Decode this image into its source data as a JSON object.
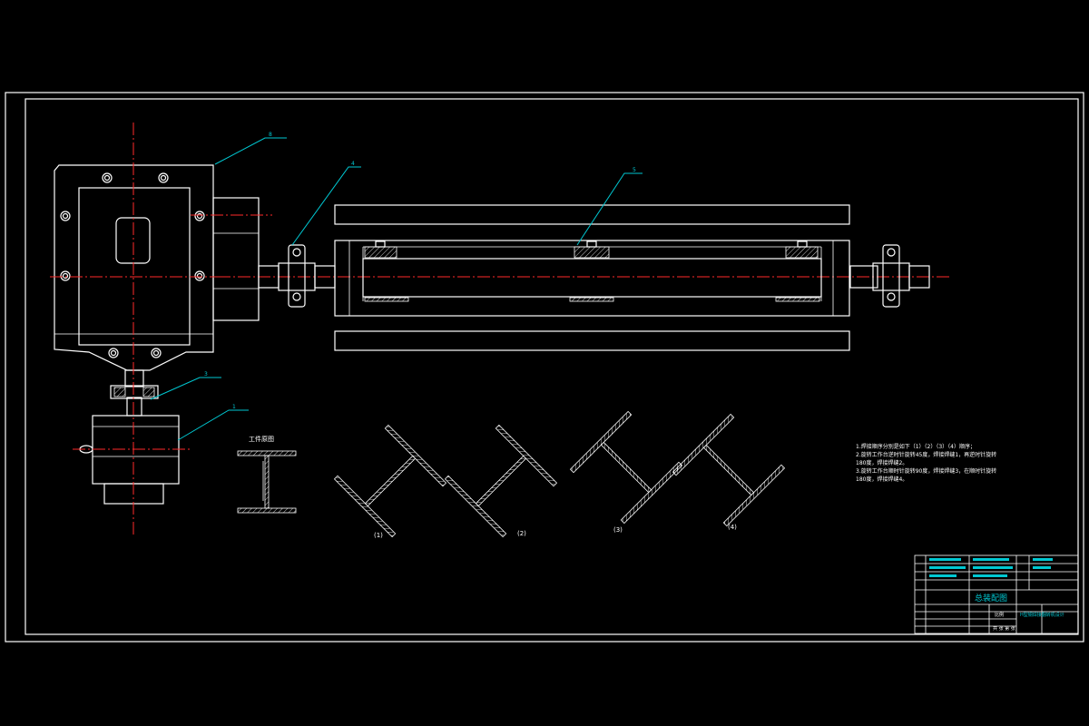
{
  "drawing": {
    "labels": {
      "workpiece_title": "工件原图",
      "views": [
        "(1)",
        "(2)",
        "(3)",
        "(4)"
      ],
      "balloons": [
        "8",
        "4",
        "5",
        "3",
        "1"
      ]
    },
    "notes": [
      "1.焊接顺序分别是如下（1）（2）（3）（4）顺序；",
      "2.旋转工作台逆时针旋转45度，焊接焊缝1，再逆时针旋转",
      "180度，焊接焊缝2。",
      "3.旋转工作台顺时针旋转90度，焊接焊缝3，在顺时针旋转",
      "180度，焊接焊缝4。"
    ],
    "title_block": {
      "drawing_name": "总装配图",
      "project": "H型钢焊接翻转机设计",
      "scale_label": "比例",
      "sheet_label": "共 张 第 张"
    }
  }
}
